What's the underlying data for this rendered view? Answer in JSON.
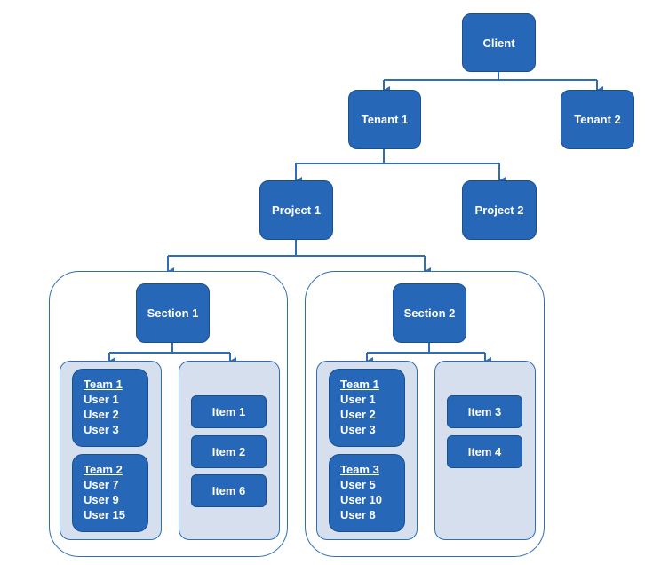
{
  "colors": {
    "node": "#2767b8",
    "panel": "#d5dfed",
    "line": "#2e6db8"
  },
  "hierarchy": {
    "client": "Client",
    "tenants": [
      "Tenant 1",
      "Tenant 2"
    ],
    "projects": [
      "Project 1",
      "Project 2"
    ]
  },
  "sections": [
    {
      "label": "Section 1",
      "teams": [
        {
          "name": "Team 1",
          "users": [
            "User 1",
            "User 2",
            "User 3"
          ]
        },
        {
          "name": "Team 2",
          "users": [
            "User 7",
            "User 9",
            "User 15"
          ]
        }
      ],
      "items": [
        "Item 1",
        "Item 2",
        "Item 6"
      ]
    },
    {
      "label": "Section 2",
      "teams": [
        {
          "name": "Team 1",
          "users": [
            "User 1",
            "User 2",
            "User 3"
          ]
        },
        {
          "name": "Team 3",
          "users": [
            "User 5",
            "User 10",
            "User 8"
          ]
        }
      ],
      "items": [
        "Item 3",
        "Item 4"
      ]
    }
  ]
}
